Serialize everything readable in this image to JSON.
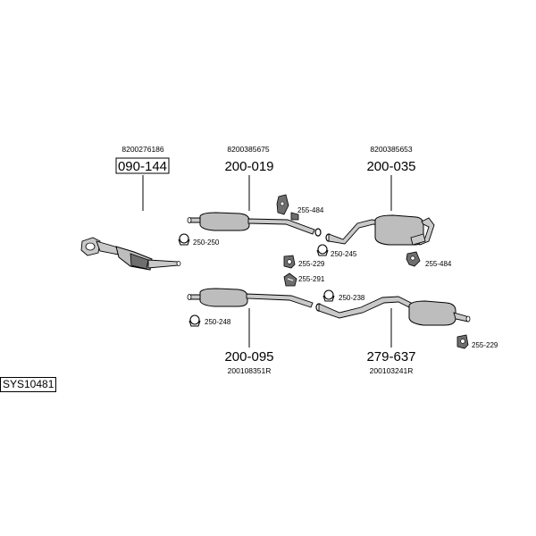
{
  "system_code": "SYS10481",
  "parts": {
    "catalyst": {
      "oem": "8200276186",
      "number": "090-144"
    },
    "front_muffler_a": {
      "oem": "8200385675",
      "number": "200-019"
    },
    "rear_muffler_a": {
      "oem": "8200385653",
      "number": "200-035"
    },
    "front_muffler_b": {
      "oem": "200108351R",
      "number": "200-095"
    },
    "rear_muffler_b": {
      "oem": "200103241R",
      "number": "279-637"
    }
  },
  "accessories": {
    "clamp_250_250": "250-250",
    "clamp_250_245": "250-245",
    "clamp_250_238": "250-238",
    "clamp_250_248": "250-248",
    "mount_255_484_top": "255-484",
    "mount_255_484_rear": "255-484",
    "mount_255_229_mid": "255-229",
    "mount_255_291": "255-291",
    "mount_255_229_rear": "255-229"
  }
}
